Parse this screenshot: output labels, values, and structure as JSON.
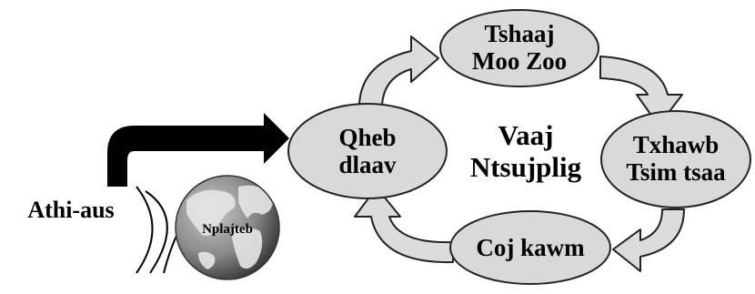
{
  "diagram": {
    "left_label": "Athi-aus",
    "globe_label": "Nplajteb",
    "center_label": [
      "Vaaj",
      "Ntsujplig"
    ],
    "nodes": [
      {
        "id": "top",
        "lines": [
          "Tshaaj",
          "Moo Zoo"
        ]
      },
      {
        "id": "right",
        "lines": [
          "Txhawb",
          "Tsim tsaa"
        ]
      },
      {
        "id": "bottom",
        "lines": [
          "Coj kawm"
        ]
      },
      {
        "id": "left",
        "lines": [
          "Qheb",
          "dlaav"
        ]
      }
    ],
    "colors": {
      "node_fill": "#d9d9d9",
      "arrow_fill": "#dcdcdc",
      "stroke": "#222222",
      "globe_ocean": "#8f8f8f",
      "globe_land": "#e2e2e2"
    }
  }
}
